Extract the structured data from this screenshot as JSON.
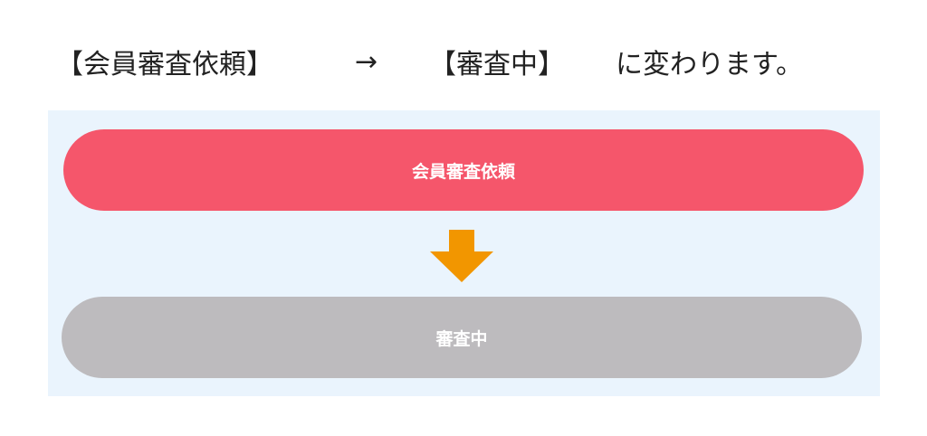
{
  "heading": {
    "from": "【会員審査依頼】",
    "arrow": "→",
    "to": "【審査中】",
    "suffix": "に変わります。"
  },
  "flow": {
    "before_label": "会員審査依頼",
    "after_label": "審査中",
    "arrow_icon": "down-arrow-icon"
  },
  "colors": {
    "before": "#f5566b",
    "after": "#bdbbbe",
    "arrow": "#f29600",
    "panel": "#eaf4fd"
  }
}
